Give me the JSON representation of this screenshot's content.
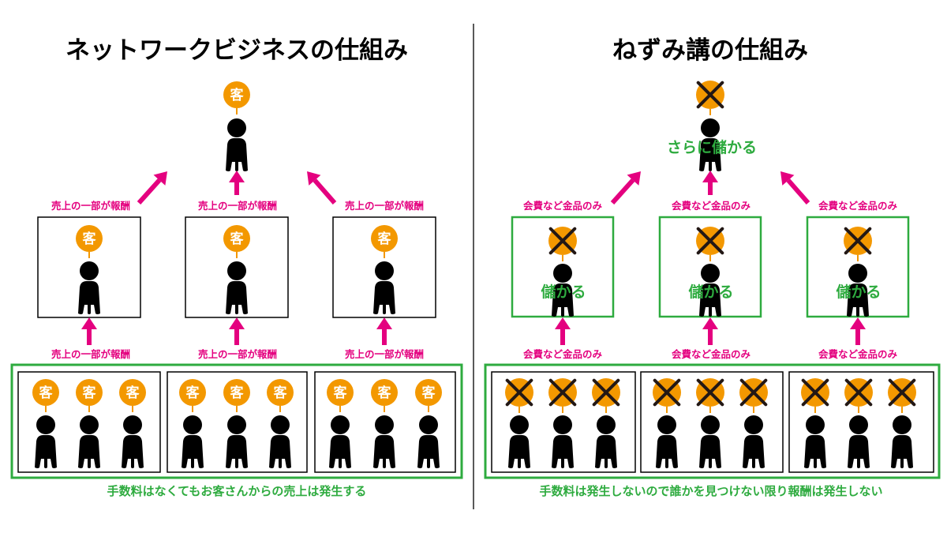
{
  "left": {
    "title": "ネットワークビジネスの仕組み",
    "badge_text": "客",
    "reward_label": "売上の一部が報酬",
    "footer": "手数料はなくてもお客さんからの売上は発生する"
  },
  "right": {
    "title": "ねずみ講の仕組み",
    "fee_label": "会費など金品のみ",
    "top_text": "さらに儲かる",
    "mid_text": "儲かる",
    "footer": "手数料は発生しないので誰かを見つけない限り報酬は発生しない"
  },
  "colors": {
    "badge": "#f39800",
    "arrow": "#e4007f",
    "green": "#2eab3f",
    "person": "#000000",
    "cross": "#231815"
  },
  "icons": {
    "person": "person-icon",
    "badge": "customer-badge-icon",
    "cross": "cross-mark-icon",
    "arrow": "arrow-icon"
  }
}
